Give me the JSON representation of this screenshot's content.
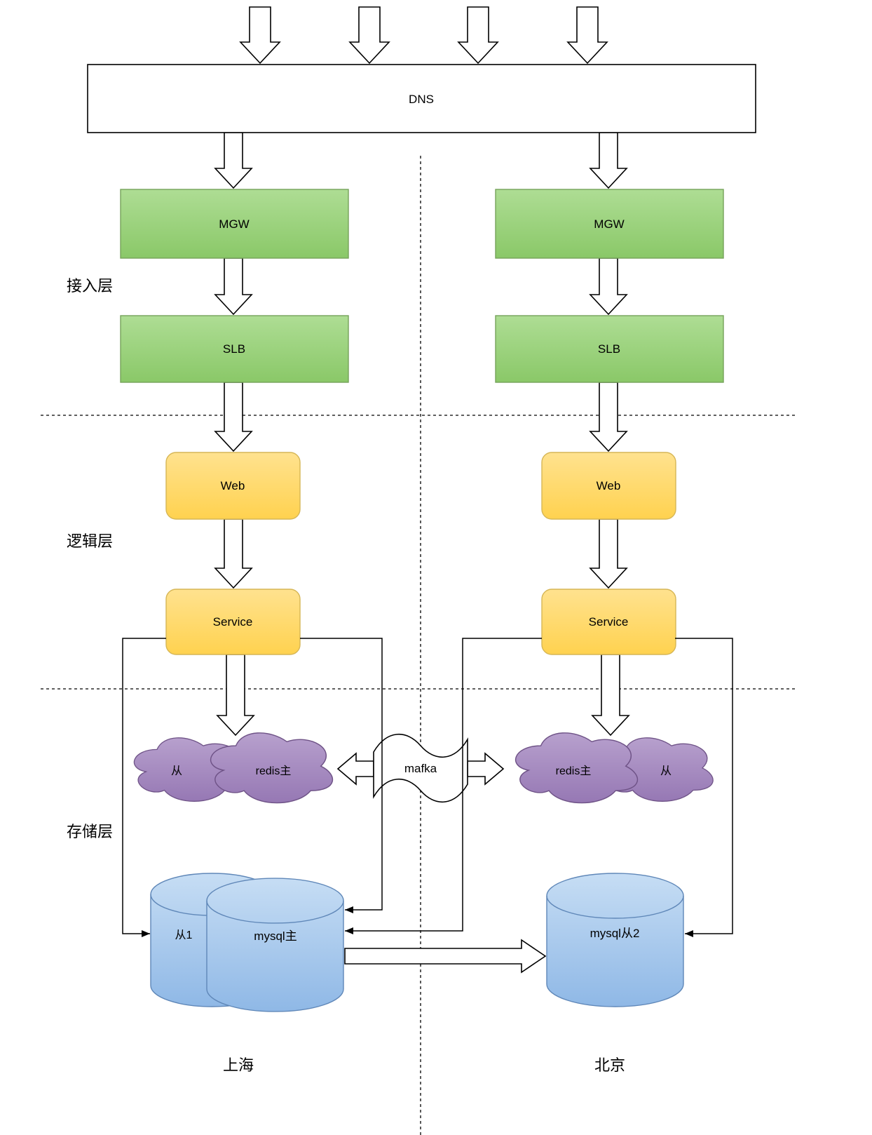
{
  "diagram": {
    "dns": "DNS",
    "mafka": "mafka",
    "layers": {
      "access": "接入层",
      "logic": "逻辑层",
      "storage": "存储层"
    },
    "regions": {
      "left": "上海",
      "right": "北京"
    },
    "left": {
      "mgw": "MGW",
      "slb": "SLB",
      "web": "Web",
      "service": "Service",
      "redis_slave": "从",
      "redis_master": "redis主",
      "mysql_slave": "从1",
      "mysql_master": "mysql主"
    },
    "right": {
      "mgw": "MGW",
      "slb": "SLB",
      "web": "Web",
      "service": "Service",
      "redis_master": "redis主",
      "redis_slave": "从",
      "mysql_slave": "mysql从2"
    },
    "colors": {
      "gateway_green_fill": "#97d077",
      "gateway_green_border": "#76a35a",
      "app_yellow_fill": "#ffd966",
      "app_yellow_border": "#d6b656",
      "redis_purple_fill": "#a48cc0",
      "redis_purple_border": "#6f5387",
      "mysql_blue_fill": "#a5c6ea",
      "mysql_blue_border": "#5f87b8",
      "line": "#000000"
    }
  }
}
